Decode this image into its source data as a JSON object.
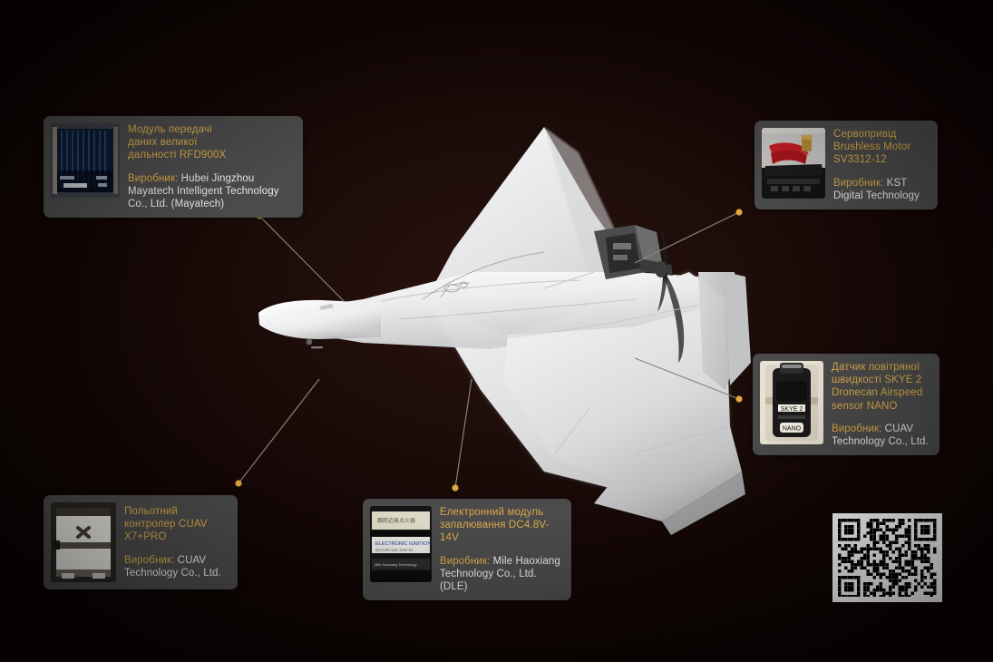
{
  "theme": {
    "background_color": "#150806",
    "panel_color": "#4b4b4b",
    "accent_color": "#d8a94a",
    "body_text_color": "#e9e9e9",
    "leader_line_color": "#8f8279",
    "leader_dot_color": "#e0a93c"
  },
  "subject": {
    "name": "delta-wing-uav",
    "description": "White delta-wing fixed-wing loitering munition UAV with rear pusher propeller"
  },
  "callouts": [
    {
      "id": "rfd900x",
      "icon": "radio-module-thumbnail",
      "title": "Модуль передачі\nданих великої\nдальності RFD900X",
      "manufacturer_label": "Виробник:",
      "manufacturer": " Hubei Jingzhou\nMayatech Intelligent Technology\nCo., Ltd. (Mayatech)"
    },
    {
      "id": "sv3312-12",
      "icon": "servo-motor-thumbnail",
      "title": "Сервопривід\nBrushless Motor\nSV3312-12",
      "manufacturer_label": "Виробник:",
      "manufacturer": " KST\nDigital Technology"
    },
    {
      "id": "skye2-airspeed",
      "icon": "airspeed-sensor-thumbnail",
      "title": "Датчик повітряної\nшвидкості SKYE 2\nDronecan Airspeed\nsensor NANO",
      "manufacturer_label": "Виробник:",
      "manufacturer": " CUAV\nTechnology Co., Ltd."
    },
    {
      "id": "cuav-x7-pro",
      "icon": "flight-controller-thumbnail",
      "title": "Польотний\nконтролер CUAV\nX7+PRO",
      "manufacturer_label": "Виробник:",
      "manufacturer": " CUAV\nTechnology Co., Ltd."
    },
    {
      "id": "ignition-module",
      "icon": "ignition-module-thumbnail",
      "title": "Електронний модуль\nзапалювання DC4.8V-14V",
      "manufacturer_label": "Виробник:",
      "manufacturer": " Mile Haoxiang\nTechnology Co., Ltd. (DLE)"
    }
  ],
  "qr_code": {
    "name": "qr-code",
    "description": "Scannable QR code, black modules on white background"
  }
}
